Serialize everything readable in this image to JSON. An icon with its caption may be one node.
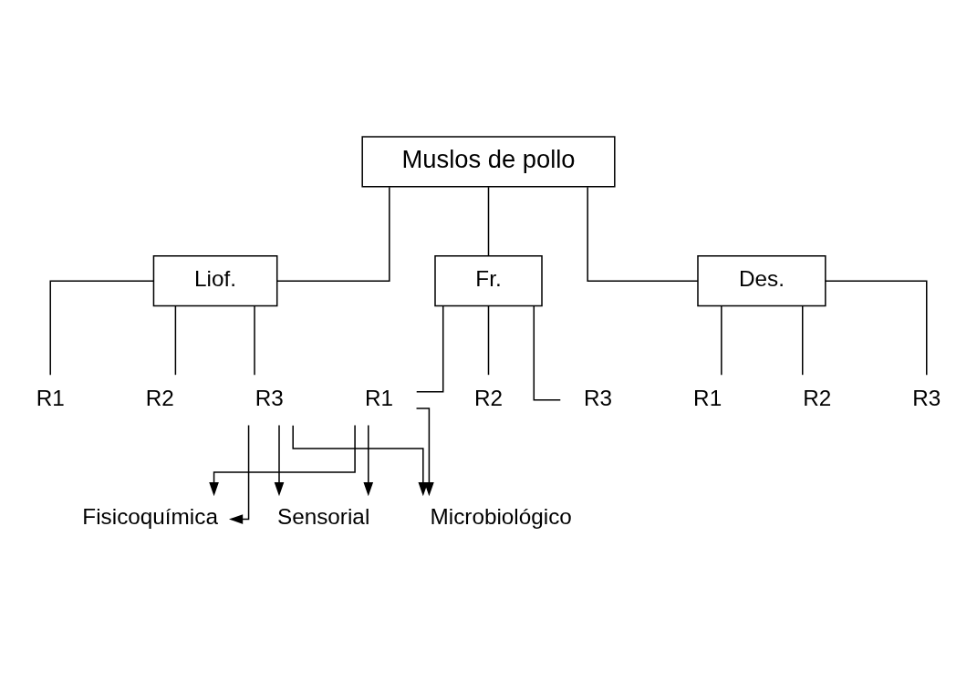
{
  "diagram": {
    "nodes": [
      {
        "text": [
          "Muslos de pollo"
        ]
      },
      {
        "text": [
          "Fr."
        ]
      },
      {
        "text": [
          "Des."
        ]
      },
      {
        "text": [
          "Liof."
        ]
      },
      {
        "text": [
          "R1"
        ]
      },
      {
        "text": [
          "R2"
        ]
      },
      {
        "text": [
          "R3"
        ]
      },
      {
        "text": [
          "R1"
        ]
      },
      {
        "text": [
          "R2"
        ]
      },
      {
        "text": [
          "R3"
        ]
      },
      {
        "text": [
          "R1"
        ]
      },
      {
        "text": [
          "R2"
        ]
      },
      {
        "text": [
          "R3"
        ]
      },
      {
        "text": [
          "Fisicoquímica"
        ]
      },
      {
        "text": [
          "Sensorial"
        ]
      },
      {
        "text": [
          "Microbiológico"
        ]
      }
    ],
    "edges": [
      {
        "from": 0,
        "to": 1,
        "arrow": "none"
      },
      {
        "from": 0,
        "to": 2,
        "arrow": "none"
      },
      {
        "from": 0,
        "to": 3,
        "arrow": "none"
      },
      {
        "from": 1,
        "to": 4,
        "arrow": "none"
      },
      {
        "from": 1,
        "to": 5,
        "arrow": "none"
      },
      {
        "from": 1,
        "to": 6,
        "arrow": "none"
      },
      {
        "from": 2,
        "to": 7,
        "arrow": "none"
      },
      {
        "from": 2,
        "to": 8,
        "arrow": "none"
      },
      {
        "from": 2,
        "to": 9,
        "arrow": "none"
      },
      {
        "from": 3,
        "to": 10,
        "arrow": "none"
      },
      {
        "from": 3,
        "to": 11,
        "arrow": "none"
      },
      {
        "from": 3,
        "to": 12,
        "arrow": "none"
      },
      {
        "from": 4,
        "to": 13,
        "arrow": "to"
      },
      {
        "from": 4,
        "to": 14,
        "arrow": "to"
      },
      {
        "from": 4,
        "to": 15,
        "arrow": "to"
      },
      {
        "from": 12,
        "to": 13,
        "arrow": "to"
      },
      {
        "from": 12,
        "to": 14,
        "arrow": "to"
      },
      {
        "from": 12,
        "to": 15,
        "arrow": "to"
      }
    ]
  }
}
